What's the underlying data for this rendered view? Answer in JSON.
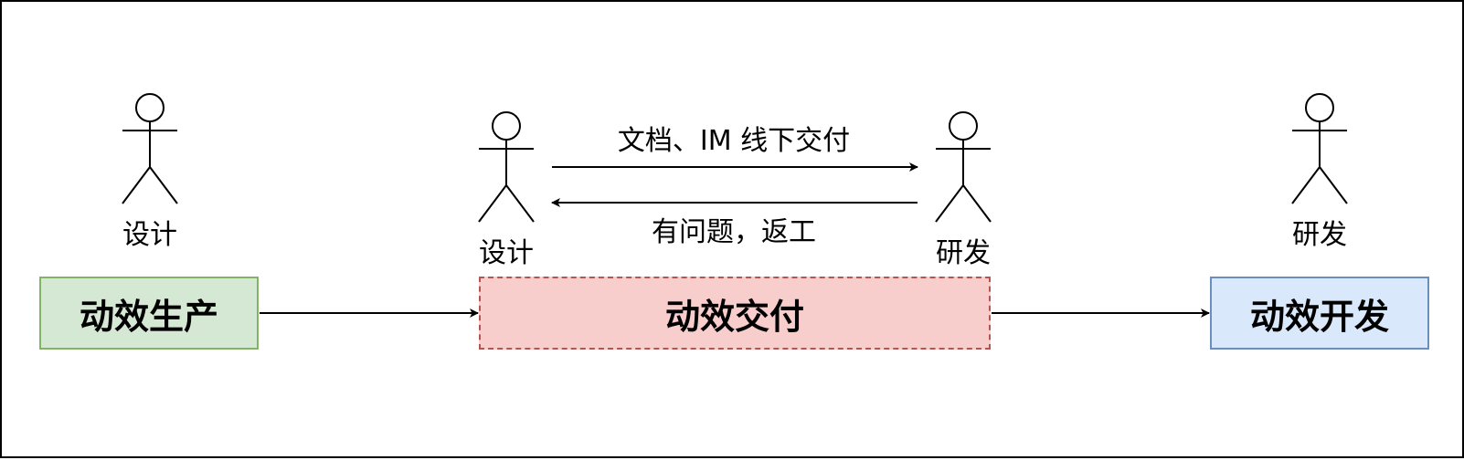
{
  "colors": {
    "produce_fill": "#d5e8d4",
    "produce_stroke": "#82b366",
    "deliver_fill": "#f8cecc",
    "deliver_stroke": "#b85450",
    "develop_fill": "#dae8fc",
    "develop_stroke": "#6c8ebf",
    "line": "#000000"
  },
  "actors": [
    {
      "id": "designer-left",
      "label": "设计",
      "icon": "stick-figure-icon"
    },
    {
      "id": "designer-middle",
      "label": "设计",
      "icon": "stick-figure-icon"
    },
    {
      "id": "developer-middle",
      "label": "研发",
      "icon": "stick-figure-icon"
    },
    {
      "id": "developer-right",
      "label": "研发",
      "icon": "stick-figure-icon"
    }
  ],
  "boxes": {
    "produce": "动效生产",
    "deliver": "动效交付",
    "develop": "动效开发"
  },
  "messages": {
    "forward": "文档、IM 线下交付",
    "back": "有问题，返工"
  }
}
